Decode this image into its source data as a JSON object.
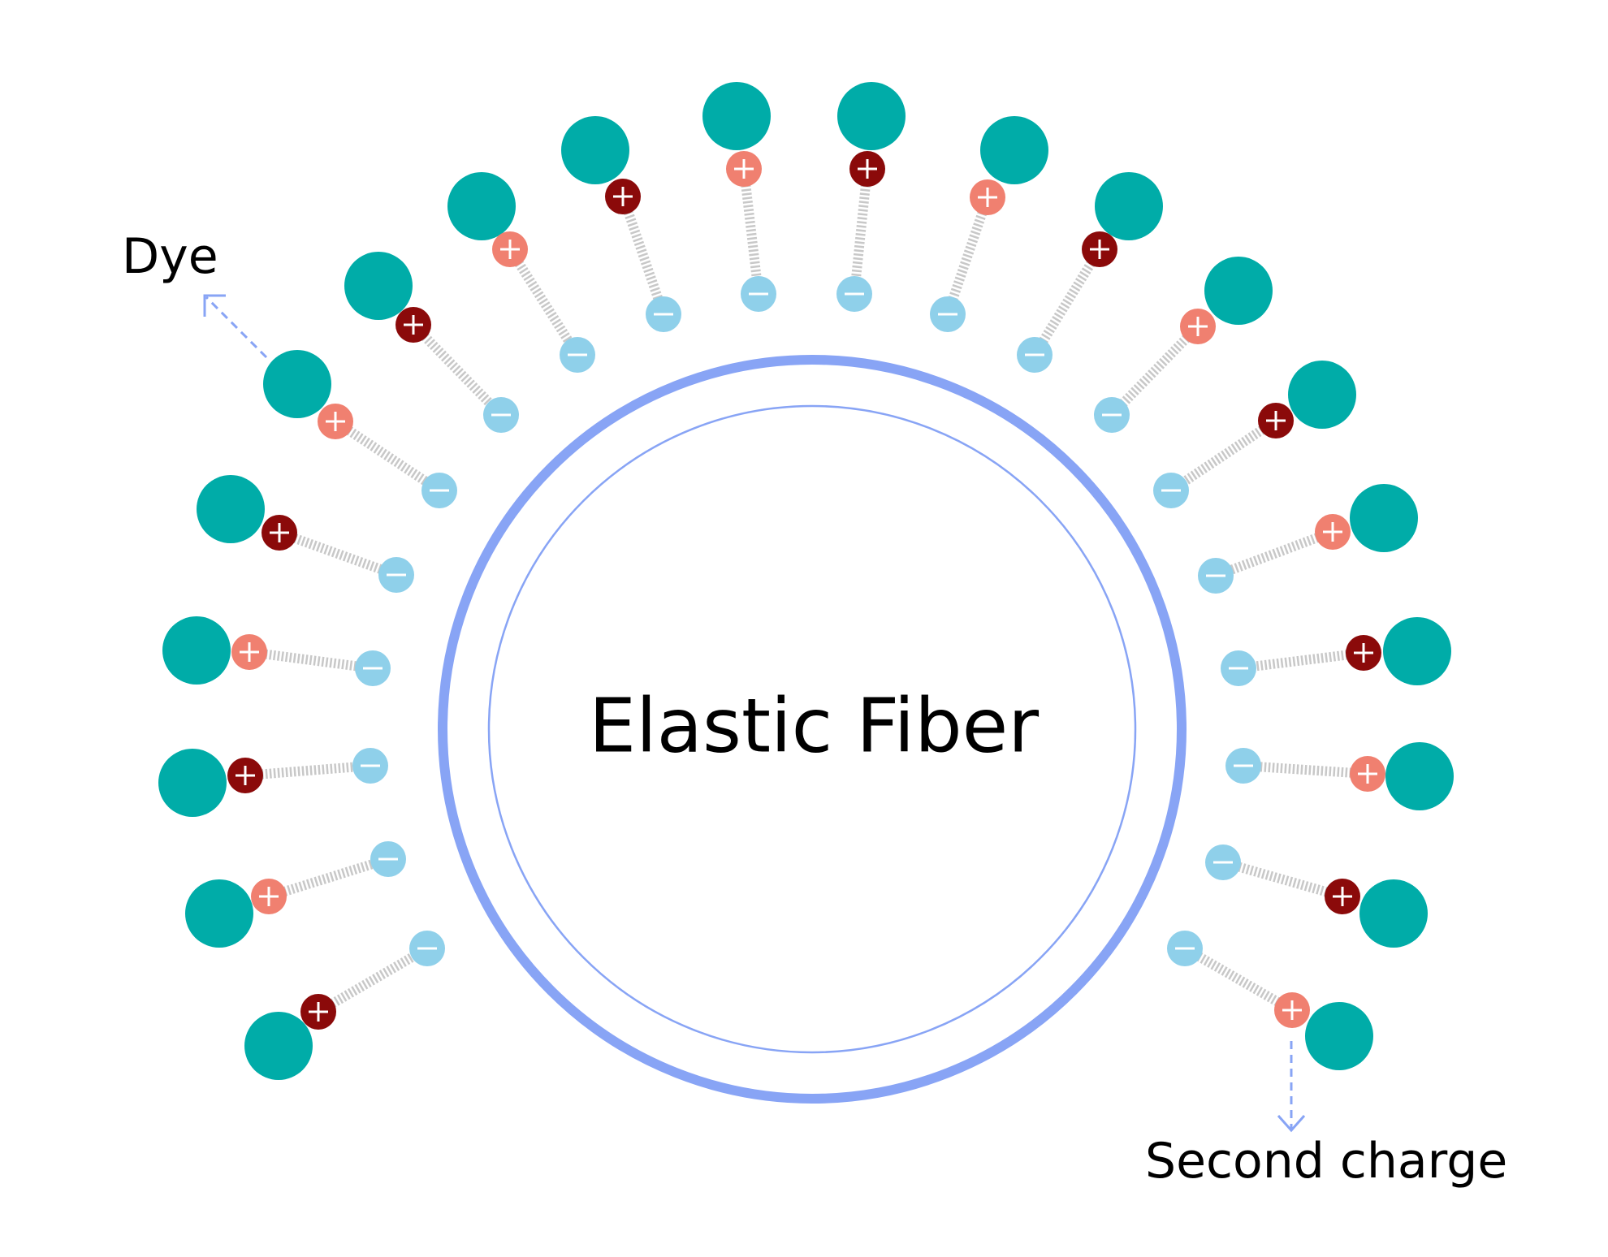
{
  "center_label": "Elastic Fiber",
  "labels": {
    "dye": "Dye",
    "second_charge": "Second charge"
  },
  "colors": {
    "background": "#ffffff",
    "fiber_ring": "#88a4f5",
    "dye": "#00aca8",
    "charge_positive_light": "#f08070",
    "charge_positive_dark": "#8b0a0a",
    "charge_negative": "#8fd0ea",
    "linker": "#c8c8c8",
    "pointer": "#88a4f5"
  },
  "icons": {
    "positive": "plus-sign",
    "negative": "minus-sign"
  }
}
